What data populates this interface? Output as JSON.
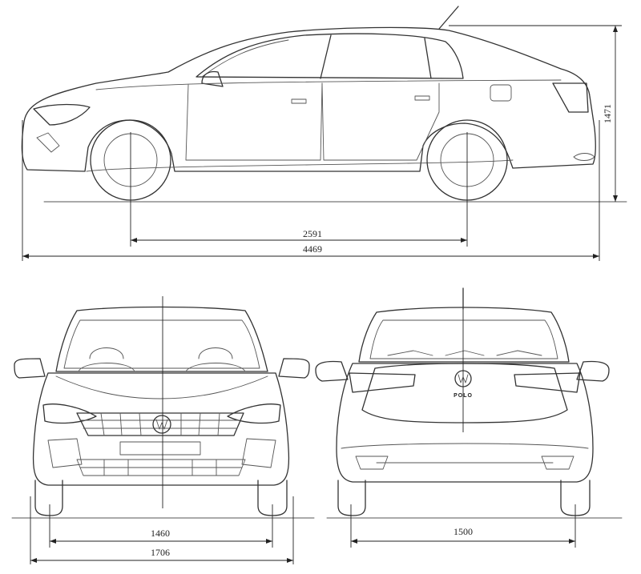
{
  "dimensions": {
    "wheelbase": "2591",
    "length": "4469",
    "height": "1471",
    "front_track": "1460",
    "width": "1706",
    "rear_track": "1500"
  },
  "badge": {
    "model": "POLO"
  }
}
